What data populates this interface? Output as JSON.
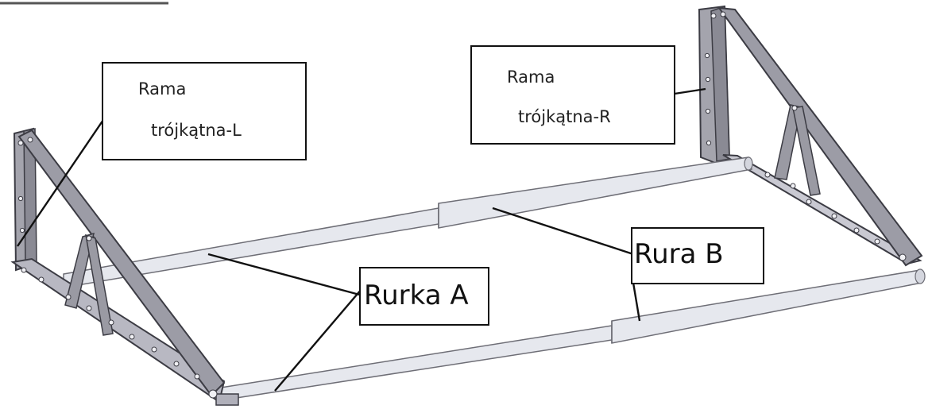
{
  "labels": {
    "frame_left": {
      "line1": "Rama",
      "line2": "trójkątna-L"
    },
    "frame_right": {
      "line1": "Rama",
      "line2": "trójkątna-R"
    },
    "tube_a": {
      "text": "Rurka  A"
    },
    "tube_b": {
      "text": "Rura  B"
    }
  },
  "colors": {
    "tube_fill": "#e6e8ee",
    "tube_stroke": "#6e6e76",
    "frame_fill": "#9a9aa3",
    "frame_stroke": "#3c3c44",
    "leader": "#111111"
  }
}
